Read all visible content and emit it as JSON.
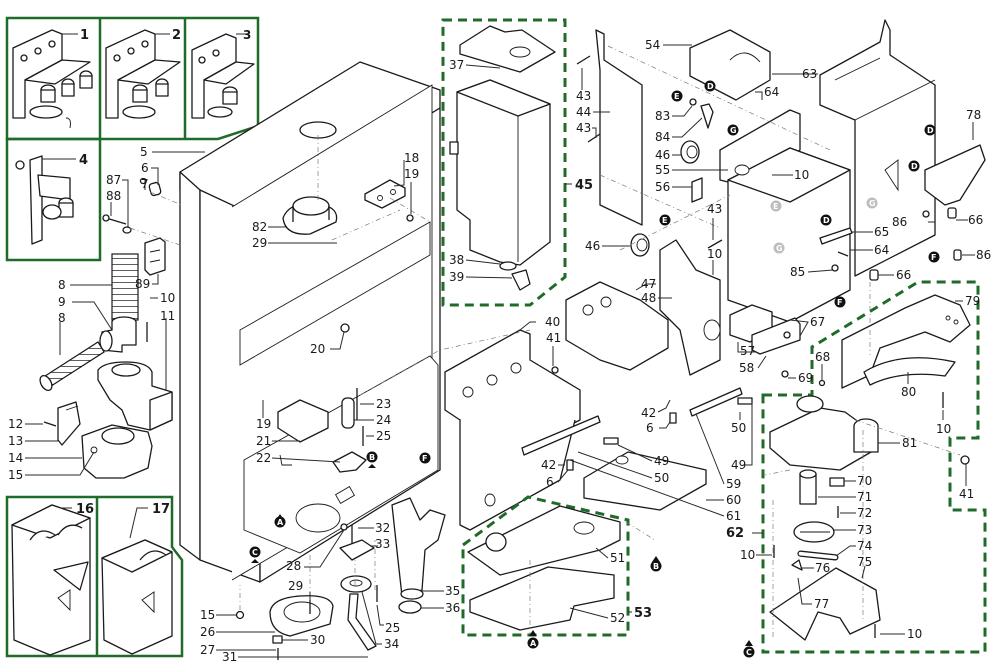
{
  "diagram": {
    "type": "exploded-parts-diagram",
    "accent_color": "#1f6b2a",
    "assembly_groups": [
      {
        "id": "1",
        "label": "1",
        "style": "solid-frame"
      },
      {
        "id": "2",
        "label": "2",
        "style": "solid-frame"
      },
      {
        "id": "3",
        "label": "3",
        "style": "solid-frame"
      },
      {
        "id": "4",
        "label": "4",
        "style": "solid-frame"
      },
      {
        "id": "16",
        "label": "16",
        "style": "solid-frame"
      },
      {
        "id": "17",
        "label": "17",
        "style": "solid-frame"
      },
      {
        "id": "45",
        "label": "45",
        "style": "dashed-frame"
      },
      {
        "id": "53",
        "label": "53",
        "style": "dashed-frame"
      },
      {
        "id": "62",
        "label": "62",
        "style": "dashed-frame"
      }
    ],
    "reference_markers": [
      "A",
      "B",
      "C",
      "D",
      "E",
      "F",
      "G"
    ],
    "callouts": {
      "c5": "5",
      "c6a": "6",
      "c7": "7",
      "c87": "87",
      "c88": "88",
      "c89": "89",
      "c8a": "8",
      "c9": "9",
      "c8b": "8",
      "c10a": "10",
      "c11": "11",
      "c12": "12",
      "c13": "13",
      "c14": "14",
      "c15a": "15",
      "c18": "18",
      "c19a": "19",
      "c82": "82",
      "c29a": "29",
      "c20": "20",
      "c19b": "19",
      "c21": "21",
      "c22": "22",
      "c23": "23",
      "c24": "24",
      "c25a": "25",
      "c28": "28",
      "c32": "32",
      "c33": "33",
      "c29b": "29",
      "c15b": "15",
      "c26": "26",
      "c30": "30",
      "c27": "27",
      "c31": "31",
      "c34": "34",
      "c25b": "25",
      "c35": "35",
      "c36": "36",
      "c37": "37",
      "c38": "38",
      "c39": "39",
      "c40": "40",
      "c41a": "41",
      "c42a": "42",
      "c6b": "6",
      "c42b": "42",
      "c6c": "6",
      "c49a": "49",
      "c50a": "50",
      "c47": "47",
      "c48": "48",
      "c51": "51",
      "c52": "52",
      "c43a": "43",
      "c44": "44",
      "c43b": "43",
      "c83": "83",
      "c84": "84",
      "c46a": "46",
      "c55": "55",
      "c56": "56",
      "c46b": "46",
      "c43c": "43",
      "c10b": "10",
      "c54": "54",
      "c64a": "64",
      "c63": "63",
      "c10c": "10",
      "c65": "65",
      "c64b": "64",
      "c85": "85",
      "c66a": "66",
      "c66b": "66",
      "c78": "78",
      "c86a": "86",
      "c86b": "86",
      "c57": "57",
      "c58": "58",
      "c67": "67",
      "c68": "68",
      "c69": "69",
      "c50b": "50",
      "c49b": "49",
      "c59": "59",
      "c60": "60",
      "c61": "61",
      "c79": "79",
      "c80": "80",
      "c10d": "10",
      "c81": "81",
      "c41b": "41",
      "c70": "70",
      "c71": "71",
      "c72": "72",
      "c73": "73",
      "c10e": "10",
      "c74": "74",
      "c75": "75",
      "c76": "76",
      "c77": "77",
      "c10f": "10"
    }
  }
}
